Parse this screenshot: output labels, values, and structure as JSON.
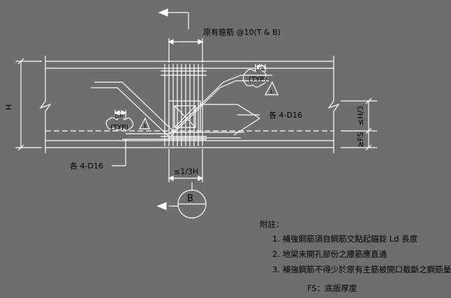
{
  "drawing": {
    "top_rebar_label": "原有箍筋 @10(T & B)",
    "height_label": "H",
    "dim_h3": "≤H/3",
    "dim_fs": "≥FS",
    "dim_third_h": "≤1/3H",
    "rebar_right": "各 4-D16",
    "rebar_left": "各 4-D16",
    "ldt_left": "Ldt",
    "ldt_right": "Ldt",
    "typ_left": "(TYP)",
    "typ_right": "(TYP)",
    "tri_left": "1",
    "tri_right": "1",
    "section_letter": "B"
  },
  "notes": {
    "heading": "附註：",
    "items": [
      "1. 補強鋼筋須自鋼筋交點起錨錠 Ld 長度",
      "2. 地梁未開孔部份之腰筋應直通",
      "3. 補強鋼筋不得少於原有主筋被開口截斷之鋼筋量"
    ],
    "fs": "FS：底版厚度"
  },
  "colors": {
    "background": "#6e6e6e",
    "line": "#ffffff",
    "ink": "#000000"
  }
}
